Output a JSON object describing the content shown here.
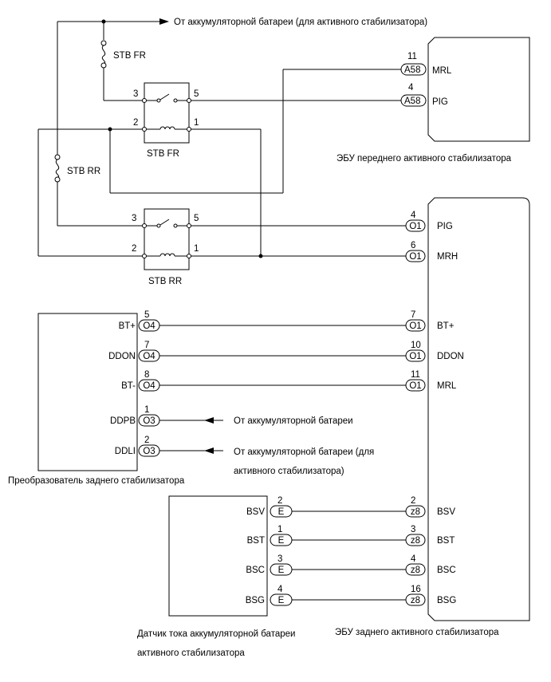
{
  "sources": {
    "top": "От аккумуляторной батареи (для активного стабилизатора)",
    "ddpb": "От аккумуляторной батареи",
    "ddli_line1": "От аккумуляторной батареи (для",
    "ddli_line2": "активного стабилизатора)"
  },
  "fuses": {
    "fr": "STB FR",
    "rr": "STB RR"
  },
  "relays": {
    "fr": {
      "label": "STB FR",
      "pin3": "3",
      "pin5": "5",
      "pin2": "2",
      "pin1": "1"
    },
    "rr": {
      "label": "STB RR",
      "pin3": "3",
      "pin5": "5",
      "pin2": "2",
      "pin1": "1"
    }
  },
  "front_ecu": {
    "label": "ЭБУ переднего активного стабилизатора",
    "pins": [
      {
        "num": "11",
        "conn": "A58",
        "name": "MRL"
      },
      {
        "num": "4",
        "conn": "A58",
        "name": "PIG"
      }
    ]
  },
  "rear_ecu": {
    "label": "ЭБУ заднего активного стабилизатора",
    "pins": [
      {
        "num": "4",
        "conn": "O1",
        "name": "PIG"
      },
      {
        "num": "6",
        "conn": "O1",
        "name": "MRH"
      },
      {
        "num": "7",
        "conn": "O1",
        "name": "BT+"
      },
      {
        "num": "10",
        "conn": "O1",
        "name": "DDON"
      },
      {
        "num": "11",
        "conn": "O1",
        "name": "MRL"
      },
      {
        "num": "2",
        "conn": "z8",
        "name": "BSV"
      },
      {
        "num": "3",
        "conn": "z8",
        "name": "BST"
      },
      {
        "num": "4",
        "conn": "z8",
        "name": "BSC"
      },
      {
        "num": "16",
        "conn": "z8",
        "name": "BSG"
      }
    ]
  },
  "converter": {
    "label": "Преобразователь заднего стабилизатора",
    "pins": [
      {
        "num": "5",
        "conn": "O4",
        "name": "BT+"
      },
      {
        "num": "7",
        "conn": "O4",
        "name": "DDON"
      },
      {
        "num": "8",
        "conn": "O4",
        "name": "BT-"
      },
      {
        "num": "1",
        "conn": "O3",
        "name": "DDPB"
      },
      {
        "num": "2",
        "conn": "O3",
        "name": "DDLI"
      }
    ]
  },
  "sensor": {
    "label_line1": "Датчик тока аккумуляторной батареи",
    "label_line2": "активного стабилизатора",
    "pins": [
      {
        "num": "2",
        "conn": "E",
        "name": "BSV"
      },
      {
        "num": "1",
        "conn": "E",
        "name": "BST"
      },
      {
        "num": "3",
        "conn": "E",
        "name": "BSC"
      },
      {
        "num": "4",
        "conn": "E",
        "name": "BSG"
      }
    ]
  }
}
